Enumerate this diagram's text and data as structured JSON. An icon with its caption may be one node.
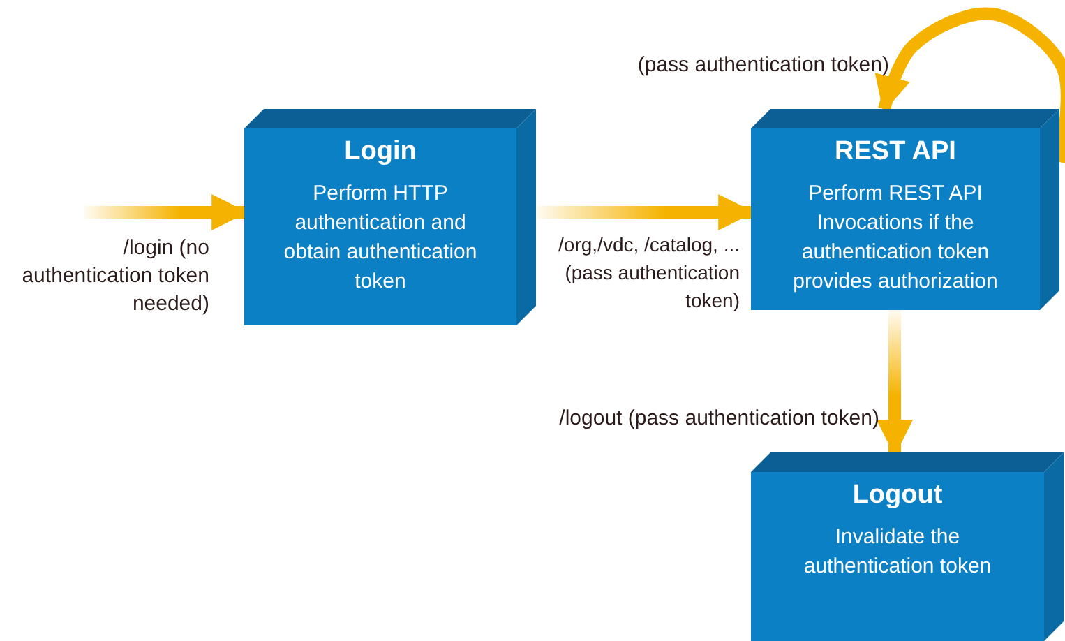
{
  "diagram": {
    "nodes": [
      {
        "text": [
          "Login",
          "Perform HTTP authentication and obtain authentication token"
        ]
      },
      {
        "text": [
          "REST API",
          "Perform REST API Invocations if the authentication token provides authorization"
        ]
      },
      {
        "text": [
          "Logout",
          "Invalidate the authentication token"
        ]
      }
    ],
    "edges": [
      {
        "from": null,
        "to": 0,
        "arrow": "to",
        "label": "/login (no authentication token needed)"
      },
      {
        "from": 0,
        "to": 1,
        "arrow": "to",
        "label": "/org,/vdc, /catalog, ... (pass authentication token)"
      },
      {
        "from": 1,
        "to": 1,
        "arrow": "to",
        "label": "(pass authentication token)"
      },
      {
        "from": 1,
        "to": 2,
        "arrow": "to",
        "label": "/logout (pass authentication token)"
      }
    ]
  }
}
